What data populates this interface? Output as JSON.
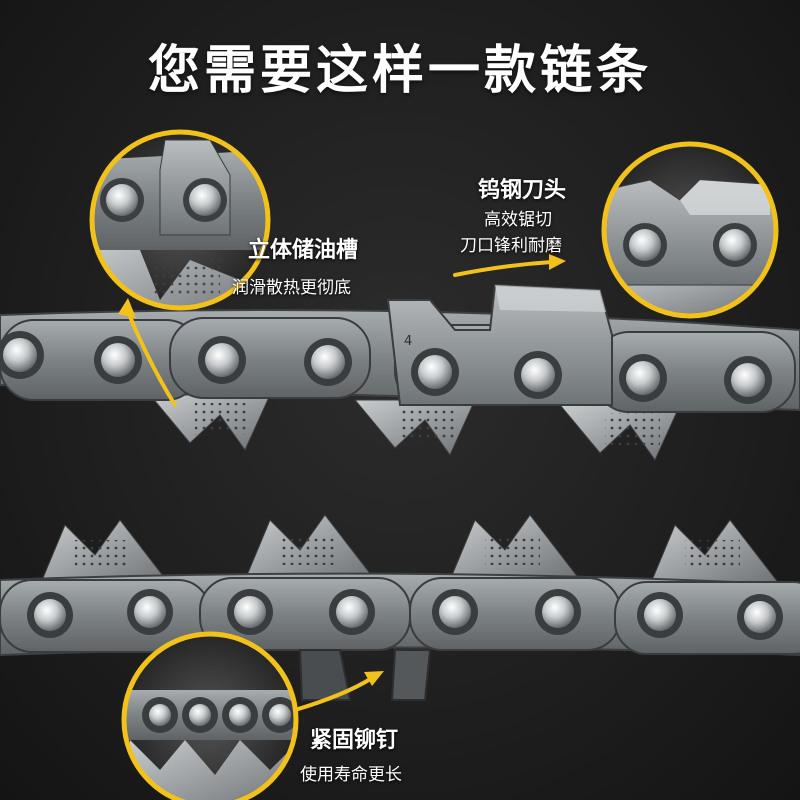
{
  "headline": "您需要这样一款链条",
  "features": {
    "oil_groove": {
      "title": "立体储油槽",
      "subtitle": "润滑散热更彻底"
    },
    "tungsten_cutter": {
      "title": "钨钢刀头",
      "lines": [
        "高效锯切",
        "刀口锋利耐磨"
      ]
    },
    "rivet": {
      "title": "紧固铆钉",
      "subtitle": "使用寿命更长"
    }
  },
  "cutter_mark": "4",
  "colors": {
    "background": "#1f1f1f",
    "callout_ring": "#f2c21b",
    "steel": "#8e9396",
    "text": "#ffffff"
  }
}
